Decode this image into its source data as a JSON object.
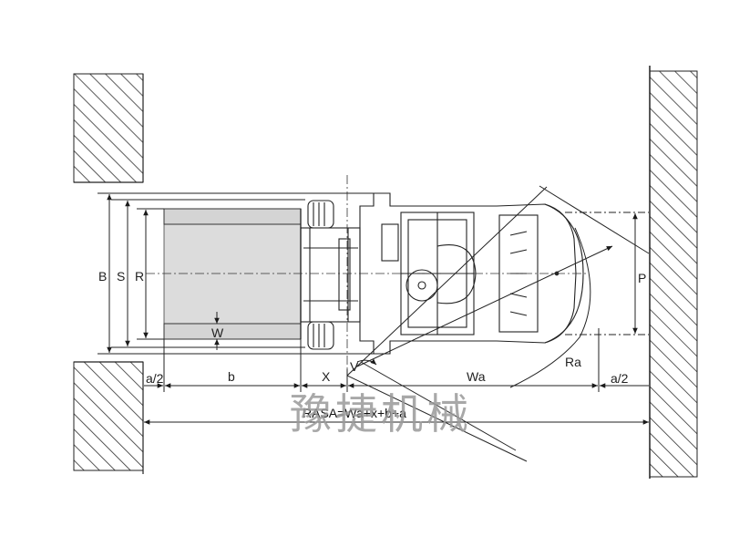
{
  "labels": {
    "B": "B",
    "S": "S",
    "R": "R",
    "W": "W",
    "P": "P",
    "a_half_left": "a/2",
    "b": "b",
    "X": "X",
    "V": "V",
    "Wa": "Wa",
    "Ra": "Ra",
    "a_half_right": "a/2"
  },
  "formula": "RASA=Wa+x+b+a",
  "watermark": "豫捷机械",
  "colors": {
    "line": "#1a1a1a",
    "hatch": "#333333",
    "pallet": "#dcdcdc",
    "watermark": "#9a9a9a"
  }
}
